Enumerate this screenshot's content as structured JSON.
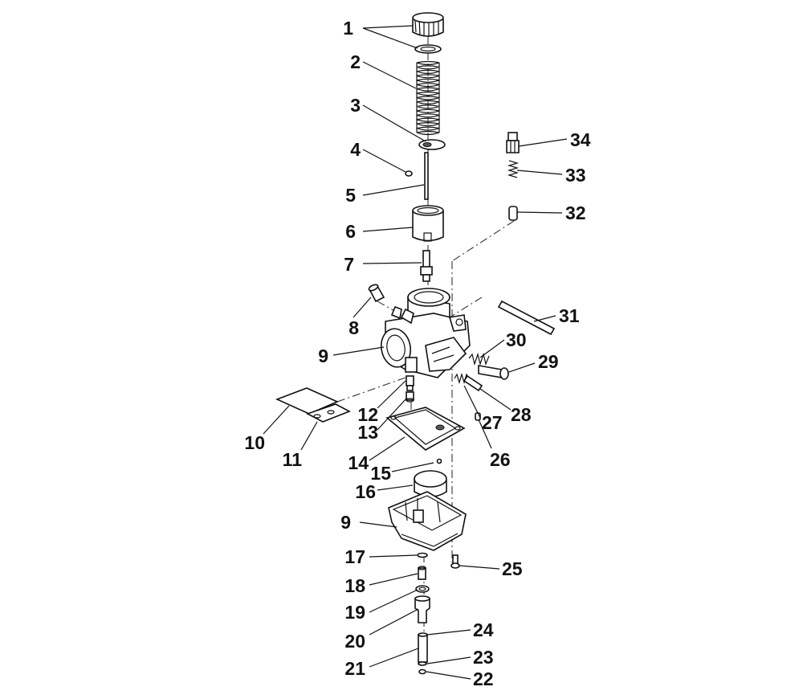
{
  "callouts": [
    {
      "id": "c1",
      "text": "1"
    },
    {
      "id": "c2",
      "text": "2"
    },
    {
      "id": "c3",
      "text": "3"
    },
    {
      "id": "c4",
      "text": "4"
    },
    {
      "id": "c5",
      "text": "5"
    },
    {
      "id": "c6",
      "text": "6"
    },
    {
      "id": "c7",
      "text": "7"
    },
    {
      "id": "c8",
      "text": "8"
    },
    {
      "id": "c9a",
      "text": "9"
    },
    {
      "id": "c10",
      "text": "10"
    },
    {
      "id": "c11",
      "text": "11"
    },
    {
      "id": "c12",
      "text": "12"
    },
    {
      "id": "c13",
      "text": "13"
    },
    {
      "id": "c14",
      "text": "14"
    },
    {
      "id": "c15",
      "text": "15"
    },
    {
      "id": "c16",
      "text": "16"
    },
    {
      "id": "c9b",
      "text": "9"
    },
    {
      "id": "c17",
      "text": "17"
    },
    {
      "id": "c18",
      "text": "18"
    },
    {
      "id": "c19",
      "text": "19"
    },
    {
      "id": "c20",
      "text": "20"
    },
    {
      "id": "c21",
      "text": "21"
    },
    {
      "id": "c22",
      "text": "22"
    },
    {
      "id": "c23",
      "text": "23"
    },
    {
      "id": "c24",
      "text": "24"
    },
    {
      "id": "c25",
      "text": "25"
    },
    {
      "id": "c26",
      "text": "26"
    },
    {
      "id": "c27",
      "text": "27"
    },
    {
      "id": "c28",
      "text": "28"
    },
    {
      "id": "c29",
      "text": "29"
    },
    {
      "id": "c30",
      "text": "30"
    },
    {
      "id": "c31",
      "text": "31"
    },
    {
      "id": "c32",
      "text": "32"
    },
    {
      "id": "c33",
      "text": "33"
    },
    {
      "id": "c34",
      "text": "34"
    }
  ]
}
